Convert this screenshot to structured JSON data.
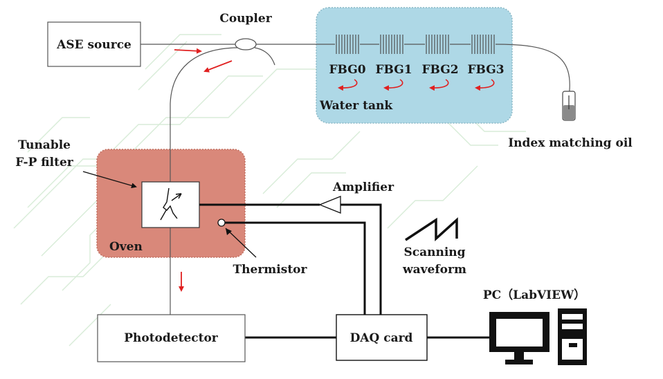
{
  "labels": {
    "ase_source": "ASE source",
    "coupler": "Coupler",
    "fbg0": "FBG0",
    "fbg1": "FBG1",
    "fbg2": "FBG2",
    "fbg3": "FBG3",
    "water_tank": "Water tank",
    "index_matching_oil": "Index matching oil",
    "tunable_line1": "Tunable",
    "tunable_line2": "F-P filter",
    "oven": "Oven",
    "amplifier": "Amplifier",
    "thermistor": "Thermistor",
    "scanning_line1": "Scanning",
    "scanning_line2": "waveform",
    "photodetector": "Photodetector",
    "daq_card": "DAQ card",
    "pc": "PC（LabVIEW）"
  },
  "colors": {
    "water_tank_fill": "#aed8e6",
    "water_tank_border": "#8ab8c6",
    "oven_fill": "#d9887a",
    "oven_border": "#c06f60",
    "arrow_red": "#e02020",
    "line": "#111111",
    "background_trace": "#d8ecd8"
  }
}
